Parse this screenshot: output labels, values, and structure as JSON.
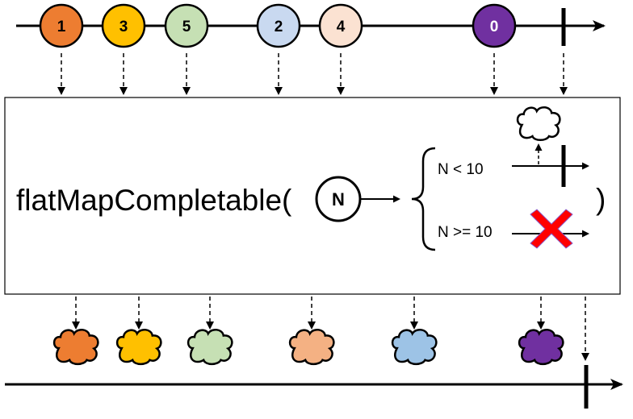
{
  "operator": {
    "name": "flatMapCompletable(",
    "param": "N",
    "close": ")",
    "branches": [
      {
        "condition": "N < 10",
        "result": "completes"
      },
      {
        "condition": "N >= 10",
        "result": "error"
      }
    ]
  },
  "colors": {
    "orange": "#ed7d31",
    "yellow": "#ffc000",
    "light_green": "#c6e0b4",
    "light_blue": "#c9d9f0",
    "peach": "#fbe2d2",
    "purple": "#7030a0",
    "red_x": "#ff0000",
    "cloud_peach": "#f4b183",
    "cloud_blue": "#9dc3e6"
  },
  "input": {
    "marbles": [
      {
        "label": "1",
        "color": "#ed7d31",
        "text_color": "#000000"
      },
      {
        "label": "3",
        "color": "#ffc000",
        "text_color": "#000000"
      },
      {
        "label": "5",
        "color": "#c6e0b4",
        "text_color": "#000000"
      },
      {
        "label": "2",
        "color": "#c9d9f0",
        "text_color": "#000000"
      },
      {
        "label": "4",
        "color": "#fbe2d2",
        "text_color": "#000000"
      },
      {
        "label": "0",
        "color": "#7030a0",
        "text_color": "#ffffff"
      }
    ],
    "completes": true
  },
  "inner_completables": [
    {
      "color": "#ed7d31"
    },
    {
      "color": "#ffc000"
    },
    {
      "color": "#c6e0b4"
    },
    {
      "color": "#f4b183"
    },
    {
      "color": "#9dc3e6"
    },
    {
      "color": "#7030a0"
    }
  ],
  "output": {
    "completes": true
  }
}
